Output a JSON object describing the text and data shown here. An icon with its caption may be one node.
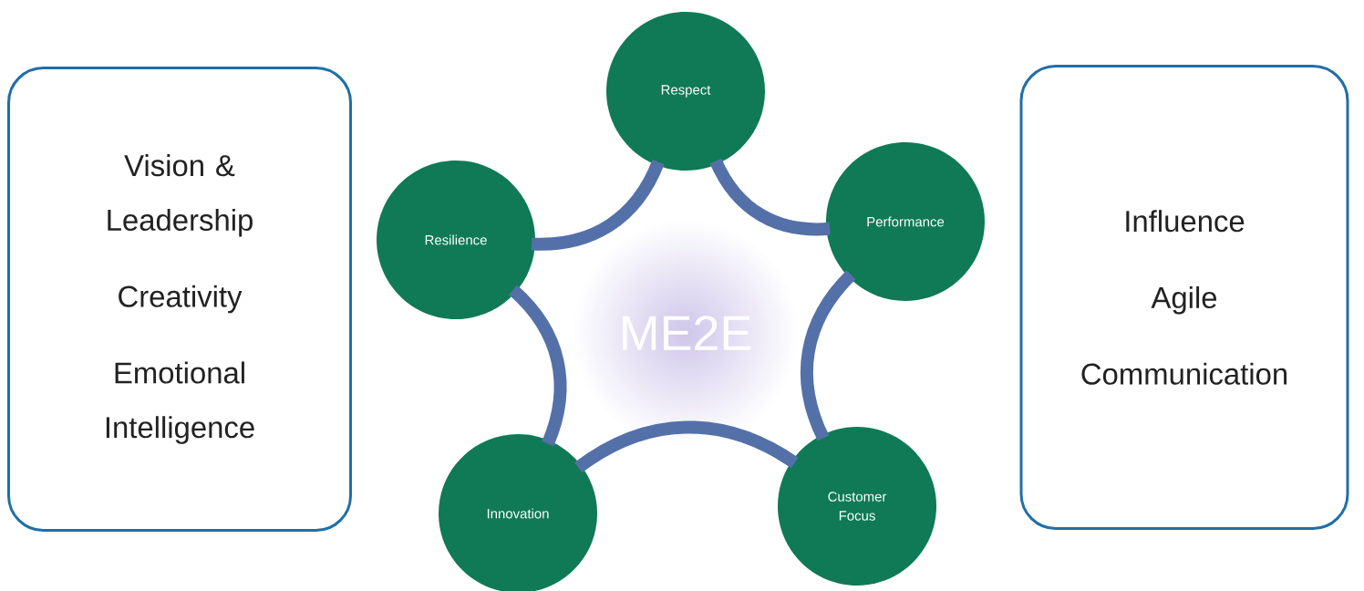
{
  "diagram": {
    "nodes": [
      {
        "text": [
          "Vision & Leadership",
          "Creativity",
          "Emotional Intelligence"
        ]
      },
      {
        "text": [
          "Respect"
        ]
      },
      {
        "text": [
          "Resilience"
        ]
      },
      {
        "text": [
          "Performance"
        ]
      },
      {
        "text": [
          "ME2E"
        ]
      },
      {
        "text": [
          "Innovation"
        ]
      },
      {
        "text": [
          "Customer Focus"
        ]
      },
      {
        "text": [
          "Influence",
          "Agile",
          "Communication"
        ]
      }
    ],
    "edges": [
      {
        "from": 1,
        "to": 3,
        "arrow": "none"
      },
      {
        "from": 3,
        "to": 6,
        "arrow": "none"
      },
      {
        "from": 6,
        "to": 5,
        "arrow": "none"
      },
      {
        "from": 5,
        "to": 2,
        "arrow": "none"
      },
      {
        "from": 2,
        "to": 1,
        "arrow": "none"
      }
    ]
  }
}
